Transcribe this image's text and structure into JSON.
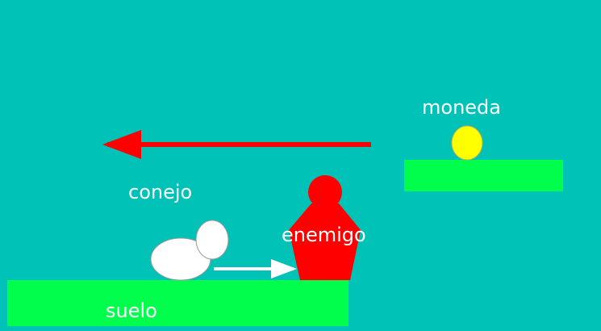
{
  "labels": {
    "coin": "moneda",
    "rabbit": "conejo",
    "enemy": "enemigo",
    "ground": "suelo"
  },
  "colors": {
    "background": "#00c2b6",
    "platform": "#00ff4c",
    "enemy": "#ff0000",
    "coin": "#ffff00",
    "rabbit": "#ffffff",
    "arrow_enemy": "#ff0000",
    "arrow_rabbit": "#ffffff",
    "text": "#ffffff"
  }
}
